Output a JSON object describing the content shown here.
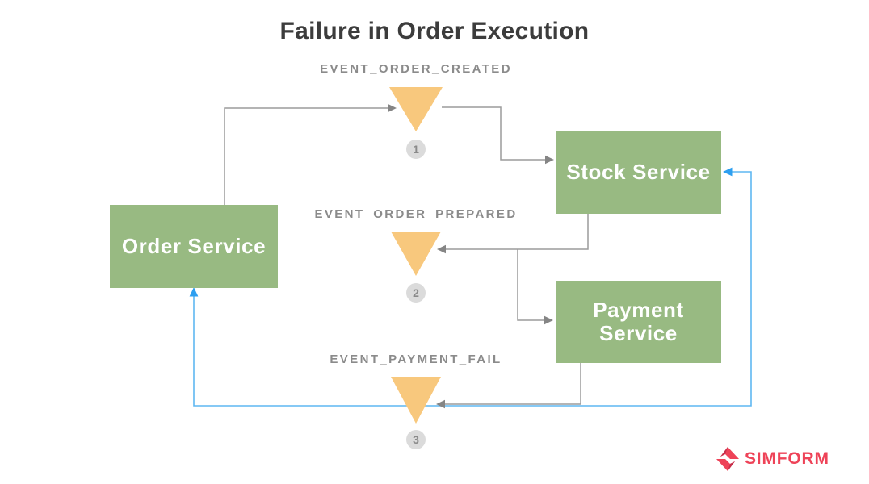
{
  "title": "Failure in Order Execution",
  "services": {
    "order": {
      "label": "Order Service"
    },
    "stock": {
      "label": "Stock Service"
    },
    "payment": {
      "label": "Payment Service"
    }
  },
  "events": [
    {
      "label": "EVENT_ORDER_CREATED",
      "number": "1"
    },
    {
      "label": "EVENT_ORDER_PREPARED",
      "number": "2"
    },
    {
      "label": "EVENT_PAYMENT_FAIL",
      "number": "3"
    }
  ],
  "logo": {
    "text": "SIMFORM"
  },
  "colors": {
    "service_box_green": "#98ba82",
    "event_triangle_orange": "#f8c87d",
    "step_circle_gray": "#dbdbdb",
    "flow_line_gray": "#9c9c9c",
    "flow_arrowhead_gray": "#858585",
    "failure_line_blue": "#5fb7f2",
    "failure_arrowhead_blue": "#2d9ff0",
    "brand_pink": "#ee4358",
    "title_color": "#3c3c3c",
    "event_label_gray": "#8b8b8b"
  }
}
